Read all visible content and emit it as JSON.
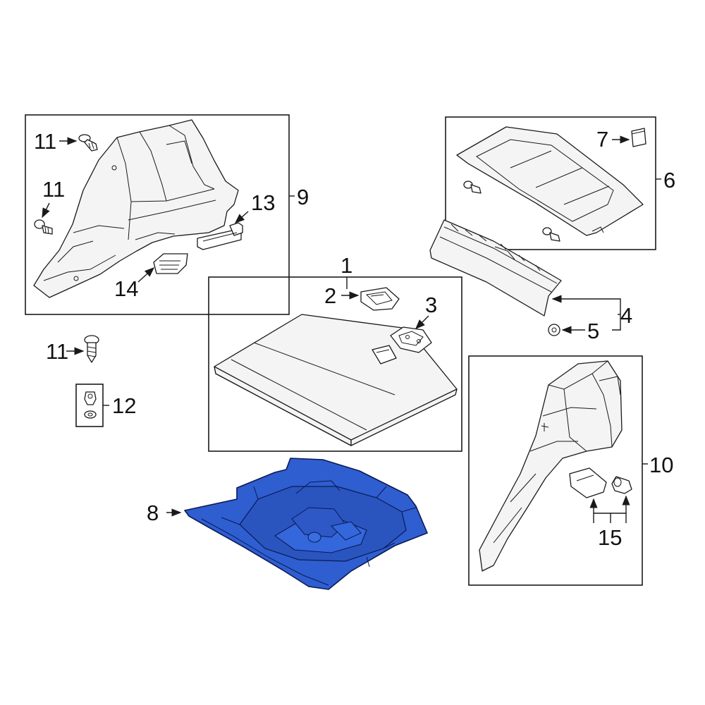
{
  "callouts": {
    "n1": "1",
    "n2": "2",
    "n3": "3",
    "n4": "4",
    "n5": "5",
    "n6": "6",
    "n7": "7",
    "n8": "8",
    "n9": "9",
    "n10": "10",
    "n11a": "11",
    "n11b": "11",
    "n11c": "11",
    "n12": "12",
    "n13": "13",
    "n14": "14",
    "n15": "15"
  },
  "colors": {
    "highlight_part": "#2f5ed0",
    "highlight_stroke": "#0b1a55",
    "line": "#1a1a1a",
    "background": "#ffffff"
  }
}
